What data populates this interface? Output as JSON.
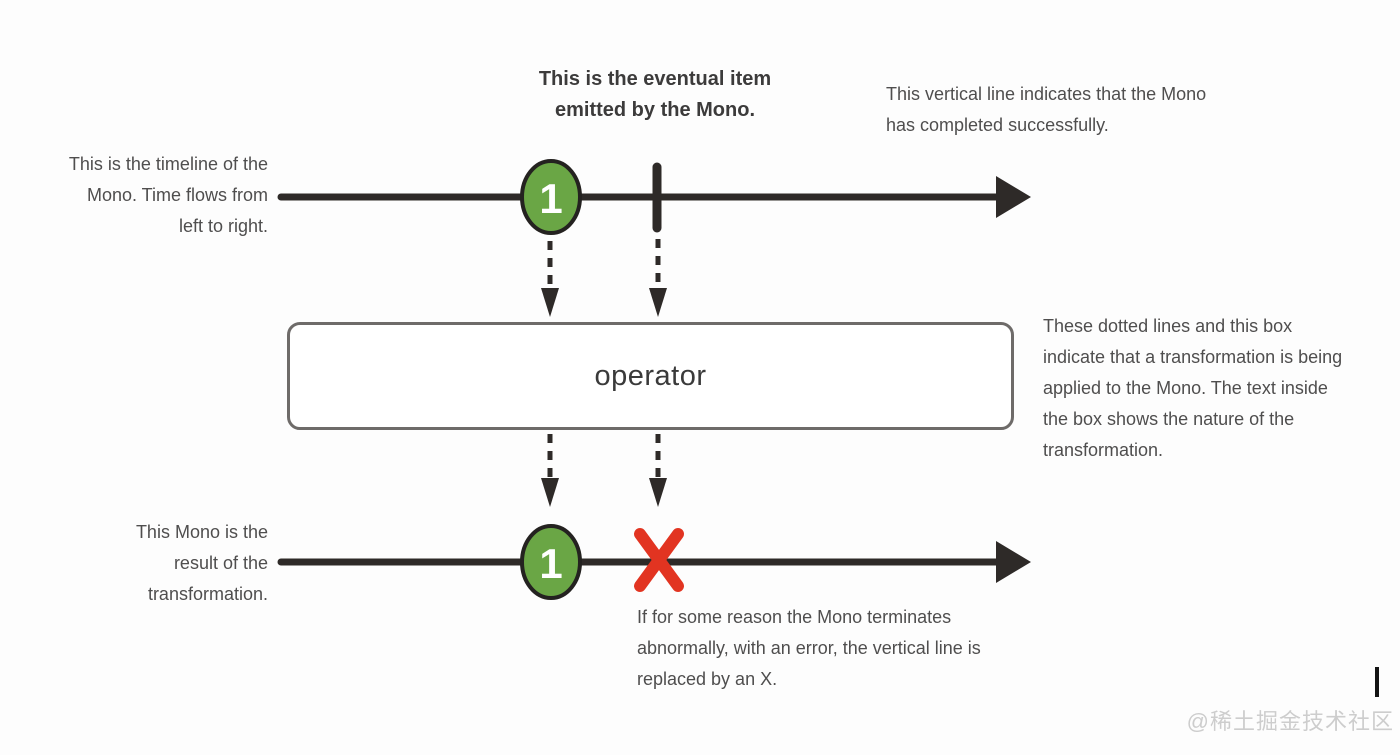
{
  "colors": {
    "background": "#fdfdfd",
    "timeline": "#2e2a28",
    "marble_fill": "#6aa645",
    "marble_stroke": "#242220",
    "marble_text": "#ffffff",
    "error_x": "#e23421",
    "operator_border": "#6e6b69",
    "annotation_text": "#4f4e4e",
    "title_text": "#3c3b3b",
    "watermark_text": "#cdcdcd"
  },
  "annotations": {
    "emitted_item": "This is the eventual item\nemitted by the Mono.",
    "completion": "This vertical line indicates that the Mono\nhas completed successfully.",
    "timeline": "This is the timeline of the\nMono. Time flows from\nleft to right.",
    "transformation": "These dotted lines and this box\nindicate that a transformation is being\napplied to the Mono. The text inside\nthe box shows the nature of the\ntransformation.",
    "result": "This Mono is the\nresult of the\ntransformation.",
    "error": "If for some reason the Mono terminates\nabnormally, with an error, the vertical line is\nreplaced by an X."
  },
  "operator_box": {
    "label": "operator"
  },
  "marbles": {
    "source_value": "1",
    "result_value": "1"
  },
  "watermark": "@稀土掘金技术社区"
}
